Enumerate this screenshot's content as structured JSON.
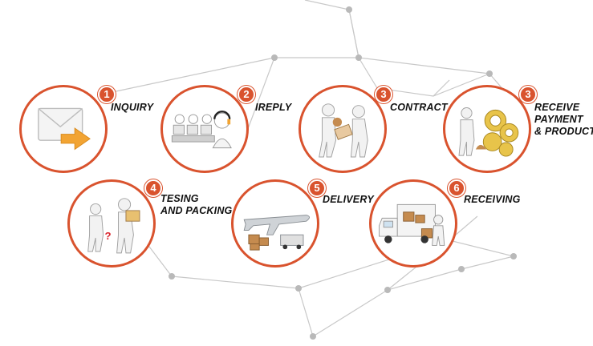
{
  "colors": {
    "accent": "#d9532e",
    "network_line": "#c8c8c8",
    "network_node": "#b9b9b9"
  },
  "steps": [
    {
      "number": "1",
      "lines": [
        "INQUIRY"
      ],
      "icon": "envelope-arrow-icon"
    },
    {
      "number": "2",
      "lines": [
        "IREPLY"
      ],
      "icon": "call-center-icon"
    },
    {
      "number": "3",
      "lines": [
        "CONTRACT"
      ],
      "icon": "handshake-icon"
    },
    {
      "number": "3",
      "lines": [
        "RECEIVE",
        "PAYMENT",
        "& PRODUCT"
      ],
      "icon": "coins-payment-icon"
    },
    {
      "number": "4",
      "lines": [
        "TESING",
        "AND PACKING"
      ],
      "icon": "inspection-packing-icon"
    },
    {
      "number": "5",
      "lines": [
        "DELIVERY"
      ],
      "icon": "airplane-cargo-icon"
    },
    {
      "number": "6",
      "lines": [
        "RECEIVING"
      ],
      "icon": "delivery-truck-icon"
    }
  ]
}
